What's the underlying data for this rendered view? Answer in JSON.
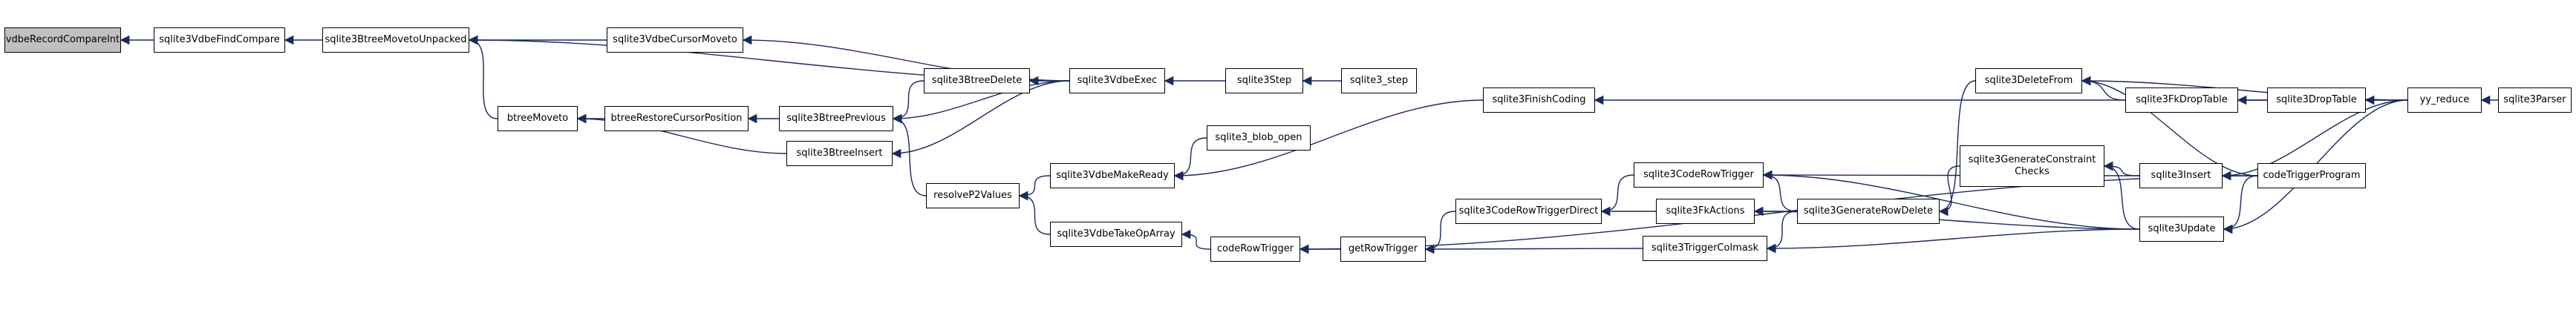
{
  "graph": {
    "colors": {
      "node_border": "#000000",
      "node_fill": "#ffffff",
      "root_fill": "#c0c0c0",
      "edge": "#1a2a5a",
      "text": "#000000"
    },
    "nodes": [
      {
        "id": "vdbeRecordCompareInt",
        "label": "vdbeRecordCompareInt",
        "root": true
      },
      {
        "id": "sqlite3VdbeFindCompare",
        "label": "sqlite3VdbeFindCompare"
      },
      {
        "id": "sqlite3BtreeMovetoUnpacked",
        "label": "sqlite3BtreeMovetoUnpacked"
      },
      {
        "id": "sqlite3VdbeCursorMoveto",
        "label": "sqlite3VdbeCursorMoveto"
      },
      {
        "id": "btreeMoveto",
        "label": "btreeMoveto"
      },
      {
        "id": "btreeRestoreCursorPosition",
        "label": "btreeRestoreCursorPosition"
      },
      {
        "id": "sqlite3BtreeInsert",
        "label": "sqlite3BtreeInsert"
      },
      {
        "id": "sqlite3BtreePrevious",
        "label": "sqlite3BtreePrevious"
      },
      {
        "id": "sqlite3BtreeDelete",
        "label": "sqlite3BtreeDelete"
      },
      {
        "id": "sqlite3VdbeExec",
        "label": "sqlite3VdbeExec"
      },
      {
        "id": "sqlite3Step",
        "label": "sqlite3Step"
      },
      {
        "id": "sqlite3_step",
        "label": "sqlite3_step"
      },
      {
        "id": "resolveP2Values",
        "label": "resolveP2Values"
      },
      {
        "id": "sqlite3VdbeMakeReady",
        "label": "sqlite3VdbeMakeReady"
      },
      {
        "id": "sqlite3_blob_open",
        "label": "sqlite3_blob_open"
      },
      {
        "id": "sqlite3VdbeTakeOpArray",
        "label": "sqlite3VdbeTakeOpArray"
      },
      {
        "id": "codeRowTrigger",
        "label": "codeRowTrigger"
      },
      {
        "id": "getRowTrigger",
        "label": "getRowTrigger"
      },
      {
        "id": "sqlite3FinishCoding",
        "label": "sqlite3FinishCoding"
      },
      {
        "id": "sqlite3CodeRowTriggerDirect",
        "label": "sqlite3CodeRowTriggerDirect"
      },
      {
        "id": "sqlite3CodeRowTrigger",
        "label": "sqlite3CodeRowTrigger"
      },
      {
        "id": "sqlite3FkActions",
        "label": "sqlite3FkActions"
      },
      {
        "id": "sqlite3TriggerColmask",
        "label": "sqlite3TriggerColmask"
      },
      {
        "id": "sqlite3GenerateRowDelete",
        "label": "sqlite3GenerateRowDelete"
      },
      {
        "id": "sqlite3DeleteFrom",
        "label": "sqlite3DeleteFrom"
      },
      {
        "id": "sqlite3GenerateConstraintChecks",
        "label": "sqlite3GenerateConstraint\nChecks"
      },
      {
        "id": "sqlite3FkDropTable",
        "label": "sqlite3FkDropTable"
      },
      {
        "id": "sqlite3DropTable",
        "label": "sqlite3DropTable"
      },
      {
        "id": "sqlite3Insert",
        "label": "sqlite3Insert"
      },
      {
        "id": "sqlite3Update",
        "label": "sqlite3Update"
      },
      {
        "id": "codeTriggerProgram",
        "label": "codeTriggerProgram"
      },
      {
        "id": "yy_reduce",
        "label": "yy_reduce"
      },
      {
        "id": "sqlite3Parser",
        "label": "sqlite3Parser"
      }
    ],
    "edges": [
      [
        "sqlite3VdbeFindCompare",
        "vdbeRecordCompareInt"
      ],
      [
        "sqlite3BtreeMovetoUnpacked",
        "sqlite3VdbeFindCompare"
      ],
      [
        "sqlite3VdbeCursorMoveto",
        "sqlite3BtreeMovetoUnpacked"
      ],
      [
        "sqlite3VdbeExec",
        "sqlite3BtreeMovetoUnpacked"
      ],
      [
        "btreeMoveto",
        "sqlite3BtreeMovetoUnpacked"
      ],
      [
        "sqlite3VdbeExec",
        "sqlite3VdbeCursorMoveto"
      ],
      [
        "btreeRestoreCursorPosition",
        "btreeMoveto"
      ],
      [
        "sqlite3BtreeInsert",
        "btreeMoveto"
      ],
      [
        "sqlite3BtreePrevious",
        "btreeRestoreCursorPosition"
      ],
      [
        "sqlite3BtreeDelete",
        "sqlite3BtreePrevious"
      ],
      [
        "sqlite3VdbeExec",
        "sqlite3BtreePrevious"
      ],
      [
        "resolveP2Values",
        "sqlite3BtreePrevious"
      ],
      [
        "sqlite3VdbeExec",
        "sqlite3BtreeDelete"
      ],
      [
        "sqlite3VdbeExec",
        "sqlite3BtreeInsert"
      ],
      [
        "sqlite3Step",
        "sqlite3VdbeExec"
      ],
      [
        "sqlite3_step",
        "sqlite3Step"
      ],
      [
        "sqlite3VdbeMakeReady",
        "resolveP2Values"
      ],
      [
        "sqlite3VdbeTakeOpArray",
        "resolveP2Values"
      ],
      [
        "sqlite3_blob_open",
        "sqlite3VdbeMakeReady"
      ],
      [
        "sqlite3FinishCoding",
        "sqlite3VdbeMakeReady"
      ],
      [
        "codeRowTrigger",
        "sqlite3VdbeTakeOpArray"
      ],
      [
        "getRowTrigger",
        "codeRowTrigger"
      ],
      [
        "codeTriggerProgram",
        "codeRowTrigger"
      ],
      [
        "sqlite3CodeRowTriggerDirect",
        "getRowTrigger"
      ],
      [
        "sqlite3TriggerColmask",
        "getRowTrigger"
      ],
      [
        "yy_reduce",
        "sqlite3FinishCoding"
      ],
      [
        "sqlite3CodeRowTrigger",
        "sqlite3CodeRowTriggerDirect"
      ],
      [
        "sqlite3FkActions",
        "sqlite3CodeRowTriggerDirect"
      ],
      [
        "sqlite3GenerateRowDelete",
        "sqlite3CodeRowTrigger"
      ],
      [
        "sqlite3Insert",
        "sqlite3CodeRowTrigger"
      ],
      [
        "sqlite3Update",
        "sqlite3CodeRowTrigger"
      ],
      [
        "sqlite3GenerateRowDelete",
        "sqlite3FkActions"
      ],
      [
        "sqlite3Update",
        "sqlite3FkActions"
      ],
      [
        "sqlite3GenerateRowDelete",
        "sqlite3TriggerColmask"
      ],
      [
        "sqlite3Update",
        "sqlite3TriggerColmask"
      ],
      [
        "sqlite3DeleteFrom",
        "sqlite3GenerateRowDelete"
      ],
      [
        "sqlite3GenerateConstraintChecks",
        "sqlite3GenerateRowDelete"
      ],
      [
        "sqlite3Insert",
        "sqlite3GenerateConstraintChecks"
      ],
      [
        "sqlite3Update",
        "sqlite3GenerateConstraintChecks"
      ],
      [
        "sqlite3FkDropTable",
        "sqlite3DeleteFrom"
      ],
      [
        "yy_reduce",
        "sqlite3DeleteFrom"
      ],
      [
        "codeTriggerProgram",
        "sqlite3DeleteFrom"
      ],
      [
        "sqlite3DropTable",
        "sqlite3FkDropTable"
      ],
      [
        "yy_reduce",
        "sqlite3DropTable"
      ],
      [
        "yy_reduce",
        "sqlite3Insert"
      ],
      [
        "codeTriggerProgram",
        "sqlite3Insert"
      ],
      [
        "yy_reduce",
        "sqlite3Update"
      ],
      [
        "codeTriggerProgram",
        "sqlite3Update"
      ],
      [
        "sqlite3Parser",
        "yy_reduce"
      ]
    ]
  }
}
